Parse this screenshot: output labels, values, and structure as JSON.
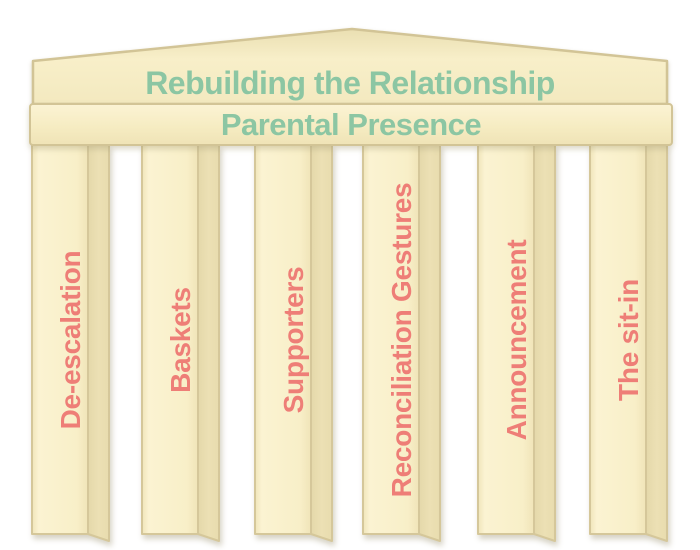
{
  "pediment": {
    "label": "Rebuilding the Relationship"
  },
  "beam": {
    "label": "Parental Presence"
  },
  "pillars": [
    {
      "label": "De-escalation"
    },
    {
      "label": "Baskets"
    },
    {
      "label": "Supporters"
    },
    {
      "label": "Reconciliation Gestures"
    },
    {
      "label": "Announcement"
    },
    {
      "label": "The sit-in"
    }
  ],
  "colors": {
    "title_green": "#8cc6a3",
    "pillar_text_salmon": "#ee7e77",
    "stone_cream": "#f9f0ca",
    "stone_highlight": "#fbf4d6",
    "stone_shade": "#ebdfb3",
    "stone_border": "#d2c496",
    "background": "#ffffff"
  }
}
